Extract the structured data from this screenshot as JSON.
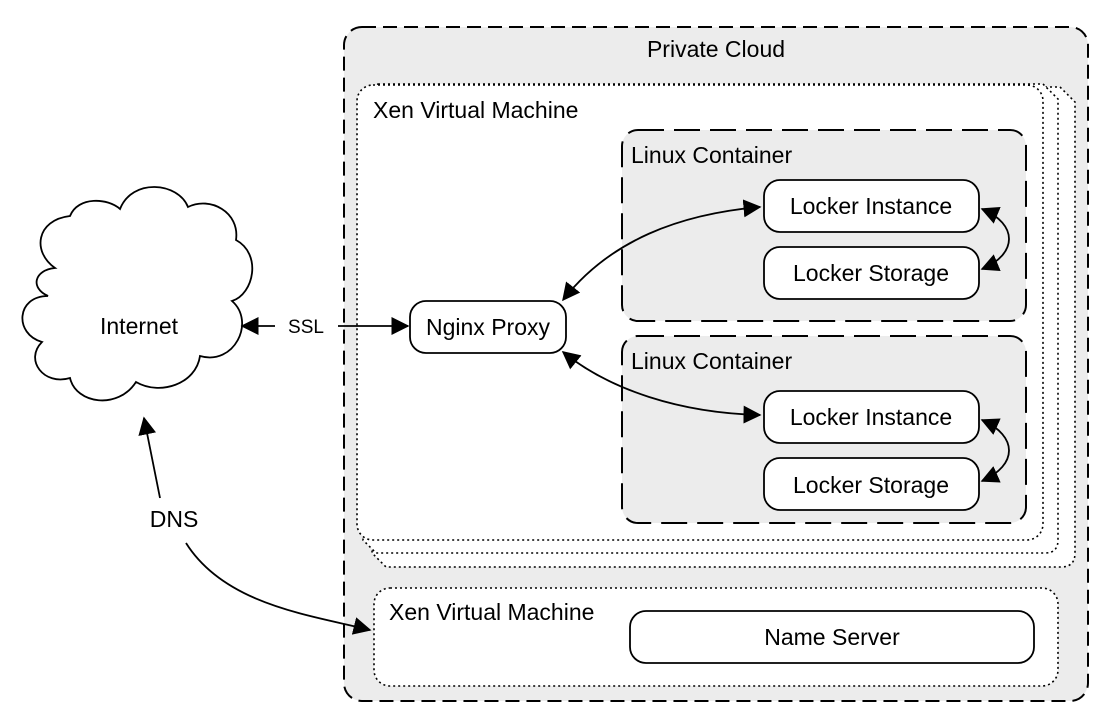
{
  "internet": {
    "label": "Internet"
  },
  "ssl": {
    "label": "SSL"
  },
  "dns": {
    "label": "DNS"
  },
  "private_cloud": {
    "label": "Private Cloud"
  },
  "xen_vm_main": {
    "label": "Xen Virtual Machine"
  },
  "containers": [
    {
      "label": "Linux Container",
      "instance": "Locker Instance",
      "storage": "Locker Storage"
    },
    {
      "label": "Linux Container",
      "instance": "Locker Instance",
      "storage": "Locker Storage"
    }
  ],
  "nginx": {
    "label": "Nginx Proxy"
  },
  "xen_vm_dns": {
    "label": "Xen Virtual Machine",
    "name_server": "Name Server"
  }
}
